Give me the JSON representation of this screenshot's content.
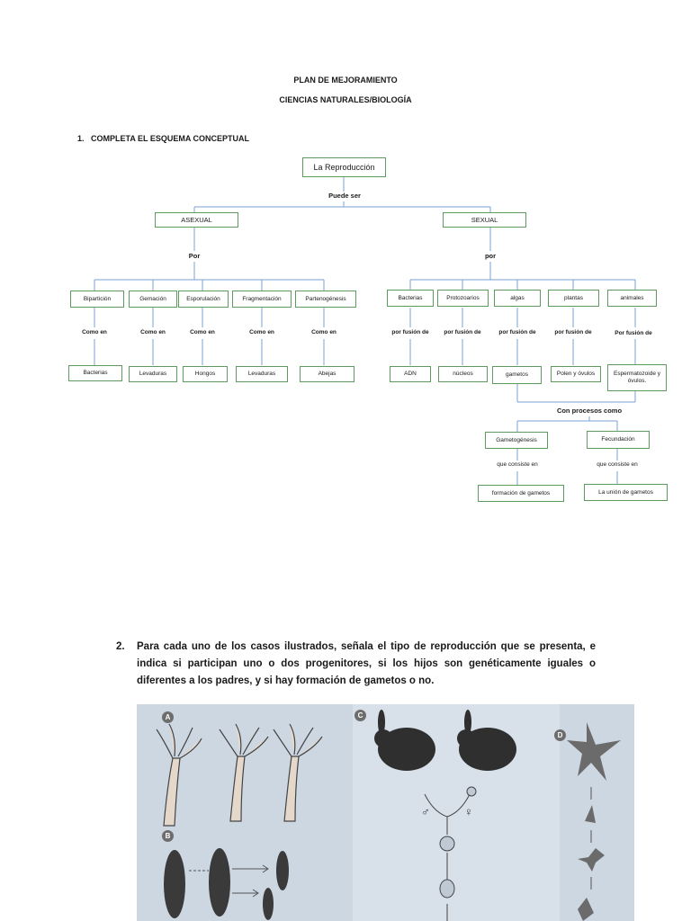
{
  "header": {
    "title": "PLAN DE MEJORAMIENTO",
    "subtitle": "CIENCIAS NATURALES/BIOLOGÍA"
  },
  "question1": {
    "label": "1.   COMPLETA EL ESQUEMA CONCEPTUAL"
  },
  "concept_map": {
    "root": "La Reproducción",
    "root_link": "Puede ser",
    "asexual": {
      "label": "ASEXUAL",
      "link": "Por",
      "types": [
        {
          "label": "Bipartición",
          "link": "Como en",
          "example": "Bacterias"
        },
        {
          "label": "Gemación",
          "link": "Como en",
          "example": "Levaduras"
        },
        {
          "label": "Esporulación",
          "link": "Como en",
          "example": "Hongos"
        },
        {
          "label": "Fragmentación",
          "link": "Como en",
          "example": "Levaduras"
        },
        {
          "label": "Partenogénesis",
          "link": "Como en",
          "example": "Abejas"
        }
      ]
    },
    "sexual": {
      "label": "SEXUAL",
      "link": "por",
      "types": [
        {
          "label": "Bacterias",
          "link": "por fusión de",
          "example": "ADN"
        },
        {
          "label": "Protozoarios",
          "link": "por fusión de",
          "example": "núcleos"
        },
        {
          "label": "algas",
          "link": "por fusión de",
          "example": "gametos"
        },
        {
          "label": "plantas",
          "link": "por fusión de",
          "example": "Polen y óvulos"
        },
        {
          "label": "animales",
          "link": "Por fusión de",
          "example": "Espermatozoide y óvulos."
        }
      ],
      "process_link": "Con procesos como",
      "processes": [
        {
          "label": "Gametogénesis",
          "link": "que consiste en",
          "result": "formación de gametos"
        },
        {
          "label": "Fecundación",
          "link": "que consiste en",
          "result": "La unión de gametos"
        }
      ]
    }
  },
  "question2": {
    "number": "2.",
    "text": "Para cada uno de los casos ilustrados, señala el tipo de reproducción que se presenta, e indica si participan uno o dos progenitores, si los hijos son genéticamente iguales o diferentes a los padres, y si hay formación de gametos o no."
  },
  "illustration": {
    "panel_labels": [
      "A",
      "B",
      "C",
      "D"
    ],
    "symbols": [
      "♂",
      "♀"
    ]
  }
}
